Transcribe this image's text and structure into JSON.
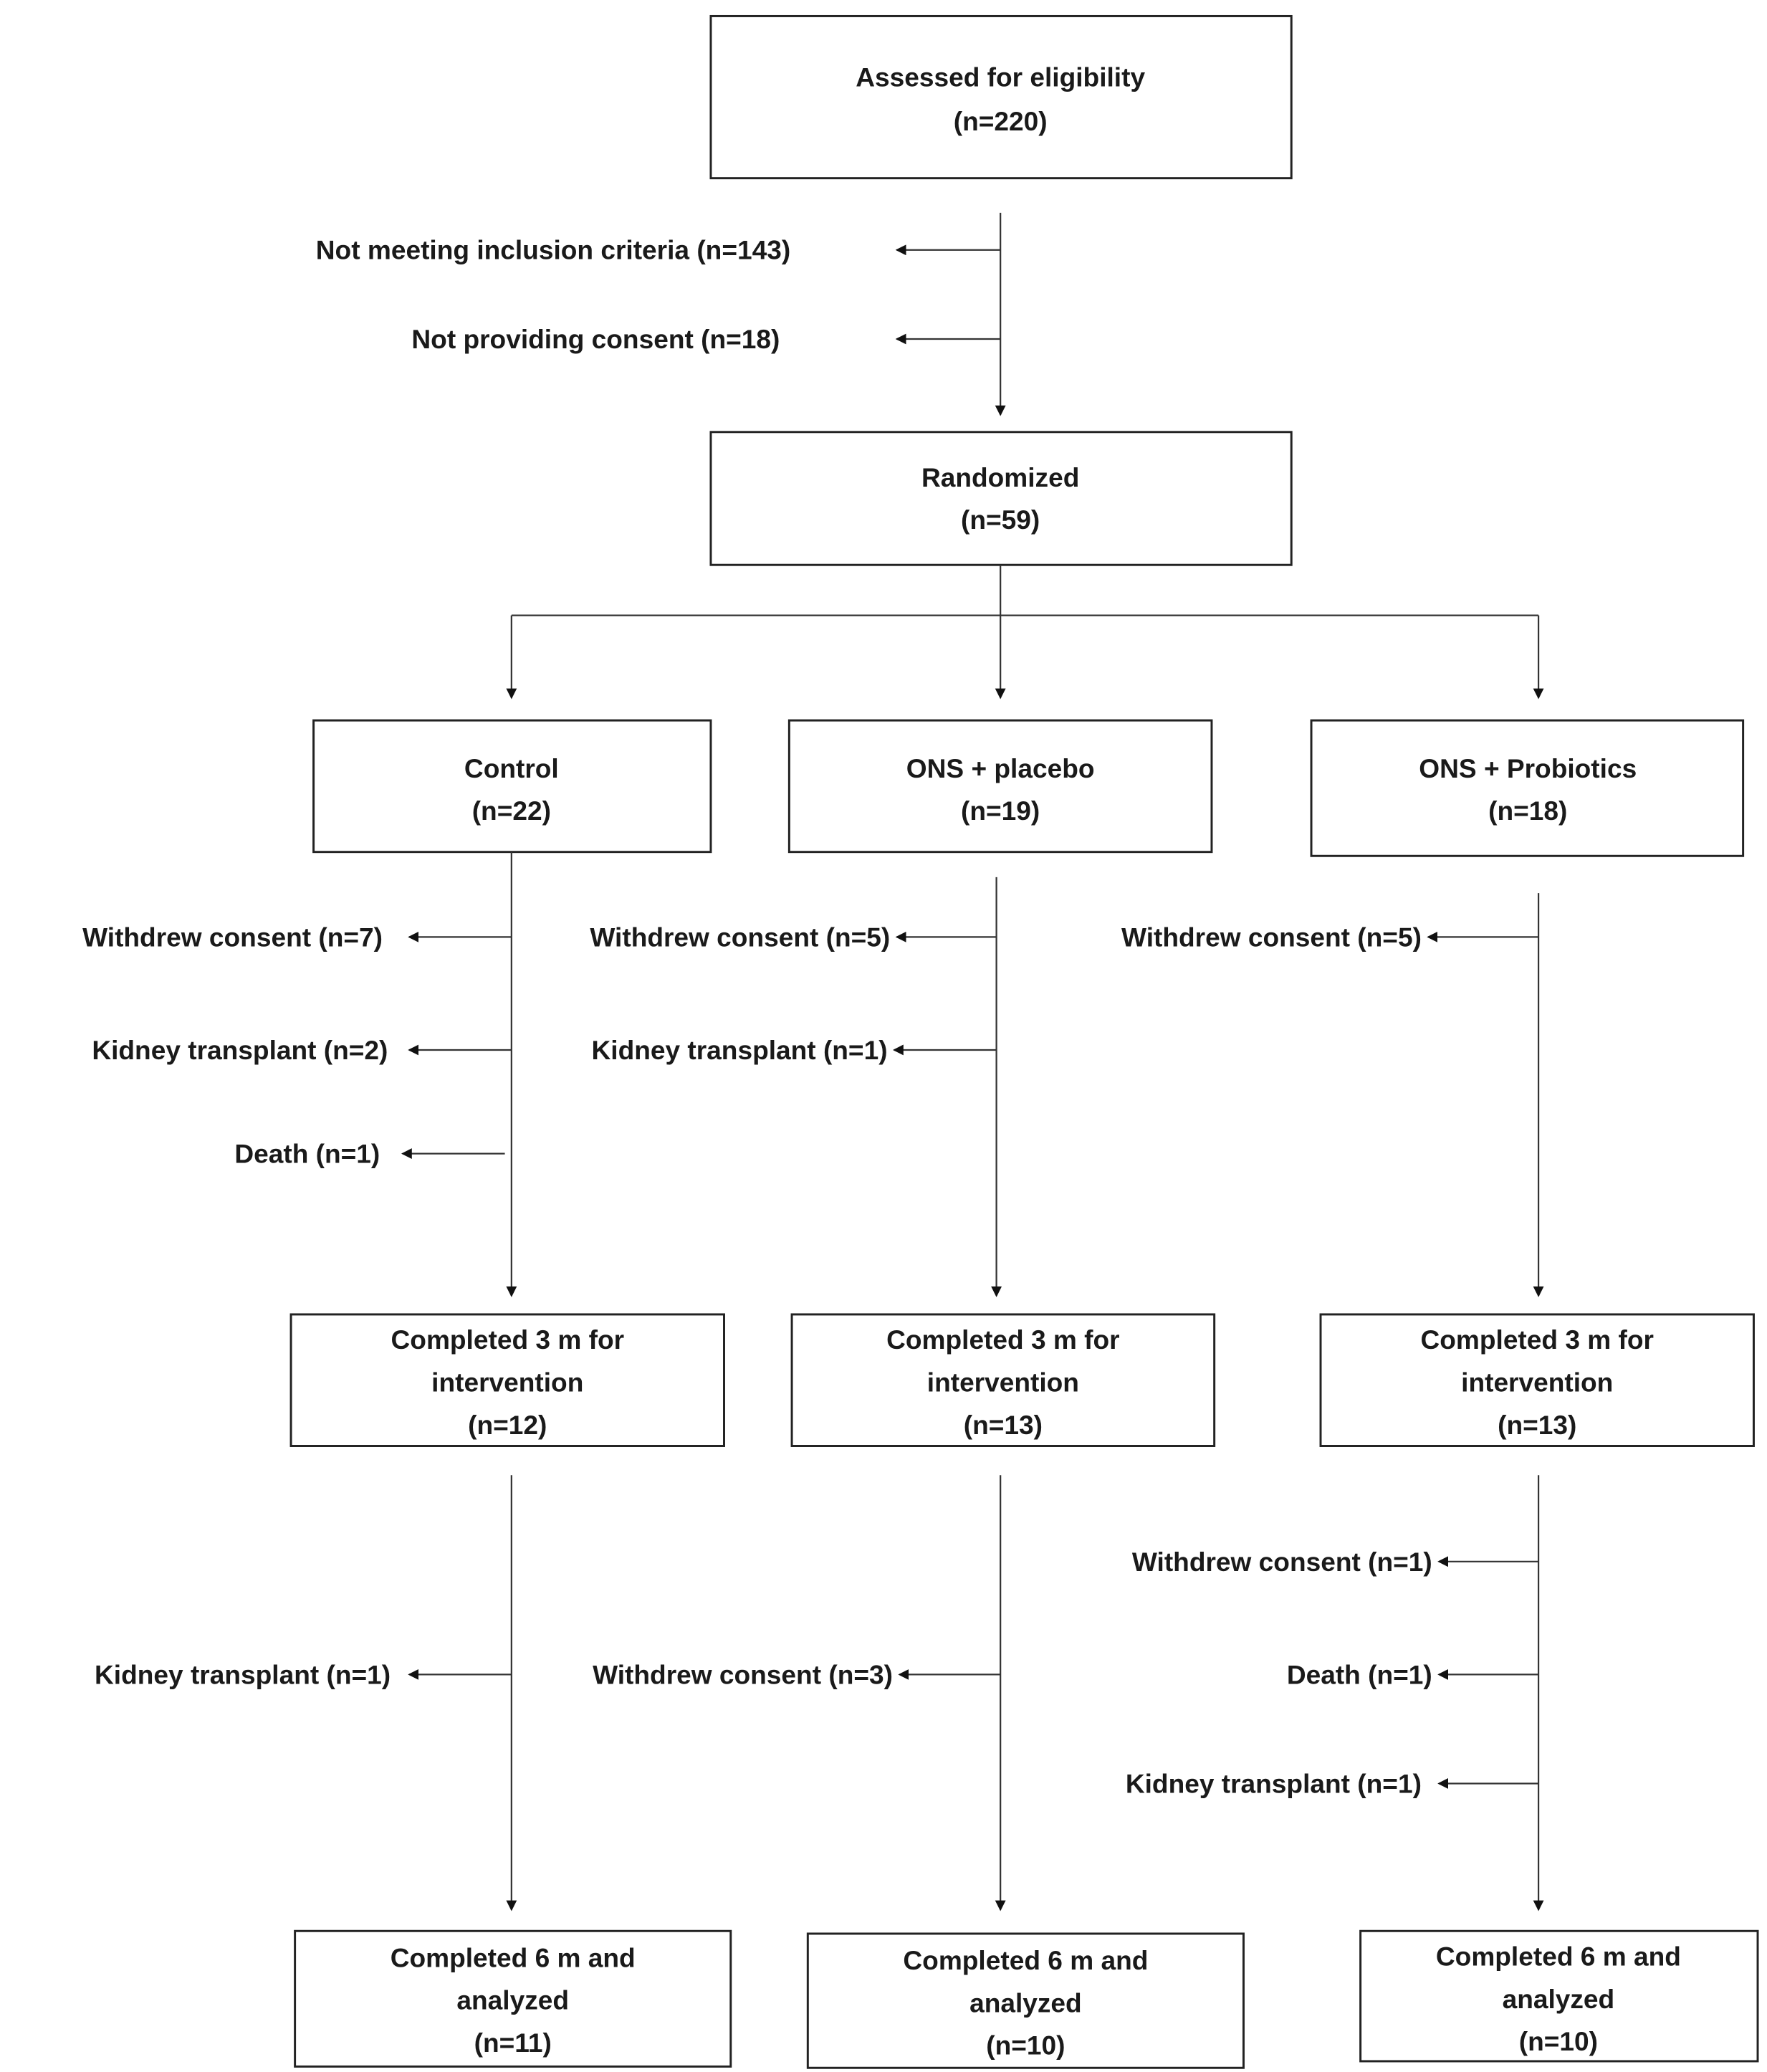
{
  "enrollment": {
    "assessed": {
      "label": "Assessed for eligibility",
      "n": "(n=220)"
    },
    "excluded": [
      "Not meeting inclusion criteria (n=143)",
      "Not providing consent (n=18)"
    ],
    "randomized": {
      "label": "Randomized",
      "n": "(n=59)"
    }
  },
  "arms": [
    {
      "label": "Control",
      "n": "(n=22)",
      "losses_3m": [
        "Withdrew consent  (n=7)",
        "Kidney transplant  (n=2)",
        "Death  (n=1)"
      ],
      "completed_3m": [
        "Completed 3 m for",
        "intervention",
        "(n=12)"
      ],
      "losses_6m": [
        "Kidney transplant  (n=1)"
      ],
      "completed_6m": [
        "Completed 6 m and",
        "analyzed",
        "(n=11)"
      ]
    },
    {
      "label": "ONS + placebo",
      "n": "(n=19)",
      "losses_3m": [
        "Withdrew consent (n=5)",
        "Kidney transplant  (n=1)"
      ],
      "completed_3m": [
        "Completed 3 m for",
        "intervention",
        "(n=13)"
      ],
      "losses_6m": [
        "Withdrew consent (n=3)"
      ],
      "completed_6m": [
        "Completed 6 m and",
        "analyzed",
        "(n=10)"
      ]
    },
    {
      "label": "ONS + Probiotics",
      "n": "(n=18)",
      "losses_3m": [
        "Withdrew consent (n=5)"
      ],
      "completed_3m": [
        "Completed 3 m for",
        "intervention",
        "(n=13)"
      ],
      "losses_6m": [
        "Withdrew consent (n=1)",
        "Death (n=1)",
        "Kidney transplant (n=1)"
      ],
      "completed_6m": [
        "Completed 6 m and",
        "analyzed",
        "(n=10)"
      ]
    }
  ]
}
